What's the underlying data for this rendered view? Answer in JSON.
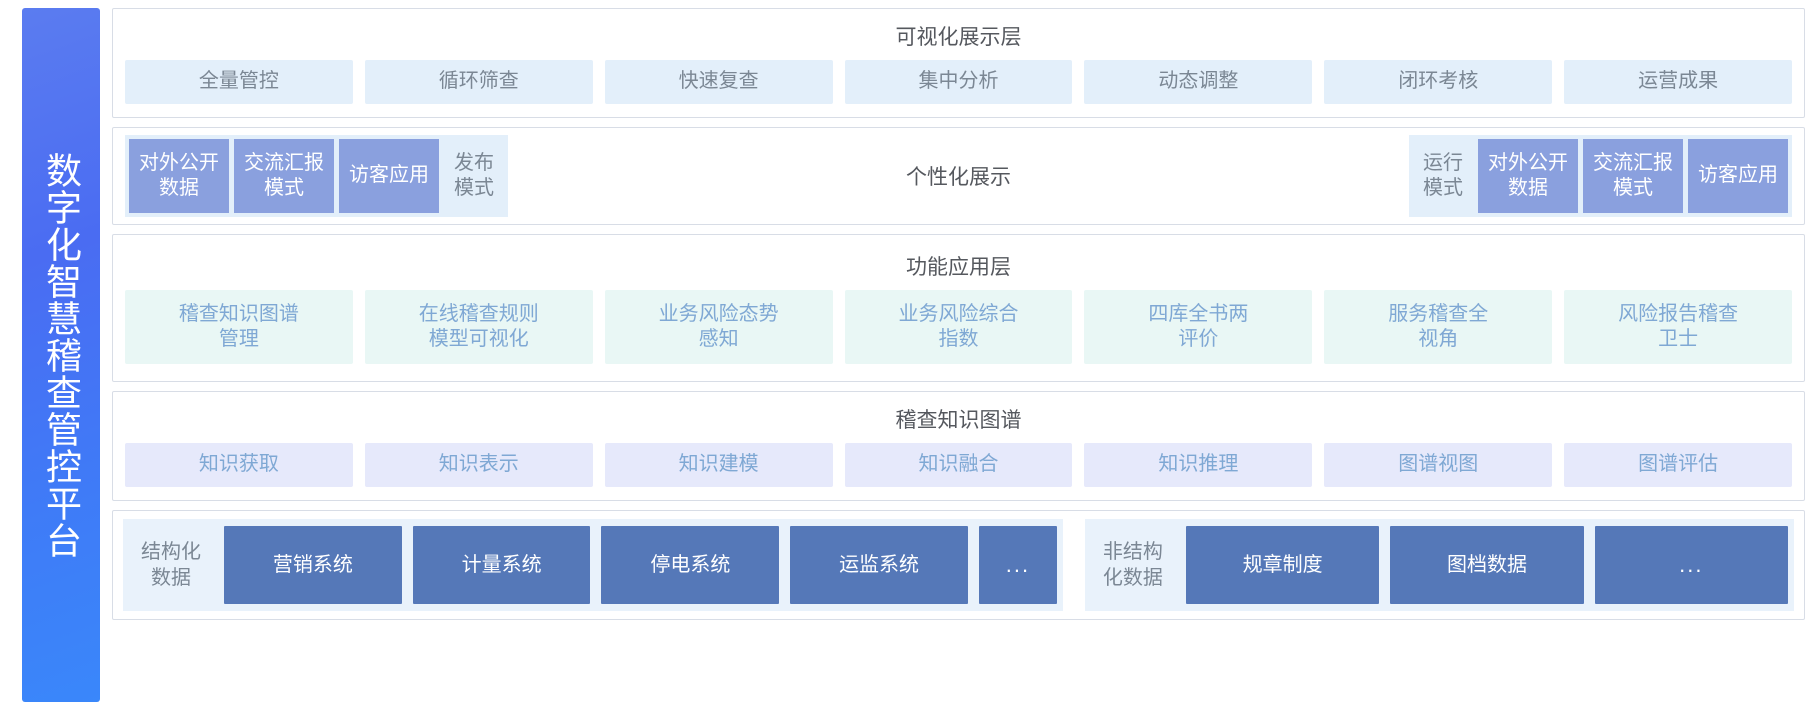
{
  "platform": {
    "banner_title": "数字化智慧稽查管控平台"
  },
  "layers": {
    "visualization": {
      "title": "可视化展示层",
      "items": [
        {
          "label": "全量管控"
        },
        {
          "label": "循环筛查"
        },
        {
          "label": "快速复查"
        },
        {
          "label": "集中分析"
        },
        {
          "label": "动态调整"
        },
        {
          "label": "闭环考核"
        },
        {
          "label": "运营成果"
        }
      ]
    },
    "personalized": {
      "title": "个性化展示",
      "left_group": [
        {
          "label": "对外公开\n数据",
          "style": "solid"
        },
        {
          "label": "交流汇报\n模式",
          "style": "solid"
        },
        {
          "label": "访客应用",
          "style": "solid"
        },
        {
          "label": "发布\n模式",
          "style": "ghost"
        }
      ],
      "right_group": [
        {
          "label": "运行\n模式",
          "style": "ghost"
        },
        {
          "label": "对外公开\n数据",
          "style": "solid"
        },
        {
          "label": "交流汇报\n模式",
          "style": "solid"
        },
        {
          "label": "访客应用",
          "style": "solid"
        }
      ]
    },
    "function": {
      "title": "功能应用层",
      "items": [
        {
          "label": "稽查知识图谱\n管理"
        },
        {
          "label": "在线稽查规则\n模型可视化"
        },
        {
          "label": "业务风险态势\n感知"
        },
        {
          "label": "业务风险综合\n指数"
        },
        {
          "label": "四库全书两\n评价"
        },
        {
          "label": "服务稽查全\n视角"
        },
        {
          "label": "风险报告稽查\n卫士"
        }
      ]
    },
    "knowledge_graph": {
      "title": "稽查知识图谱",
      "items": [
        {
          "label": "知识获取"
        },
        {
          "label": "知识表示"
        },
        {
          "label": "知识建模"
        },
        {
          "label": "知识融合"
        },
        {
          "label": "知识推理"
        },
        {
          "label": "图谱视图"
        },
        {
          "label": "图谱评估"
        }
      ]
    },
    "data_source": {
      "structured": {
        "label": "结构化\n数据",
        "items": [
          {
            "label": "营销系统"
          },
          {
            "label": "计量系统"
          },
          {
            "label": "停电系统"
          },
          {
            "label": "运监系统"
          },
          {
            "label": "..."
          }
        ]
      },
      "unstructured": {
        "label": "非结构\n化数据",
        "items": [
          {
            "label": "规章制度"
          },
          {
            "label": "图档数据"
          },
          {
            "label": "..."
          }
        ]
      }
    }
  },
  "colors": {
    "banner_start": "#5b7cf0",
    "banner_end": "#3a87fa",
    "chip_vis_bg": "#e3effa",
    "chip_func_bg": "#e9f7f5",
    "chip_kg_bg": "#e6e9fb",
    "box_solid_light": "#8aa0de",
    "box_solid_dark": "#5578b8",
    "group_bg": "#e9f2fb",
    "text_gray": "#7b8794",
    "text_blue": "#7fa8d4",
    "title_gray": "#55585e",
    "border": "#d8dde6"
  }
}
